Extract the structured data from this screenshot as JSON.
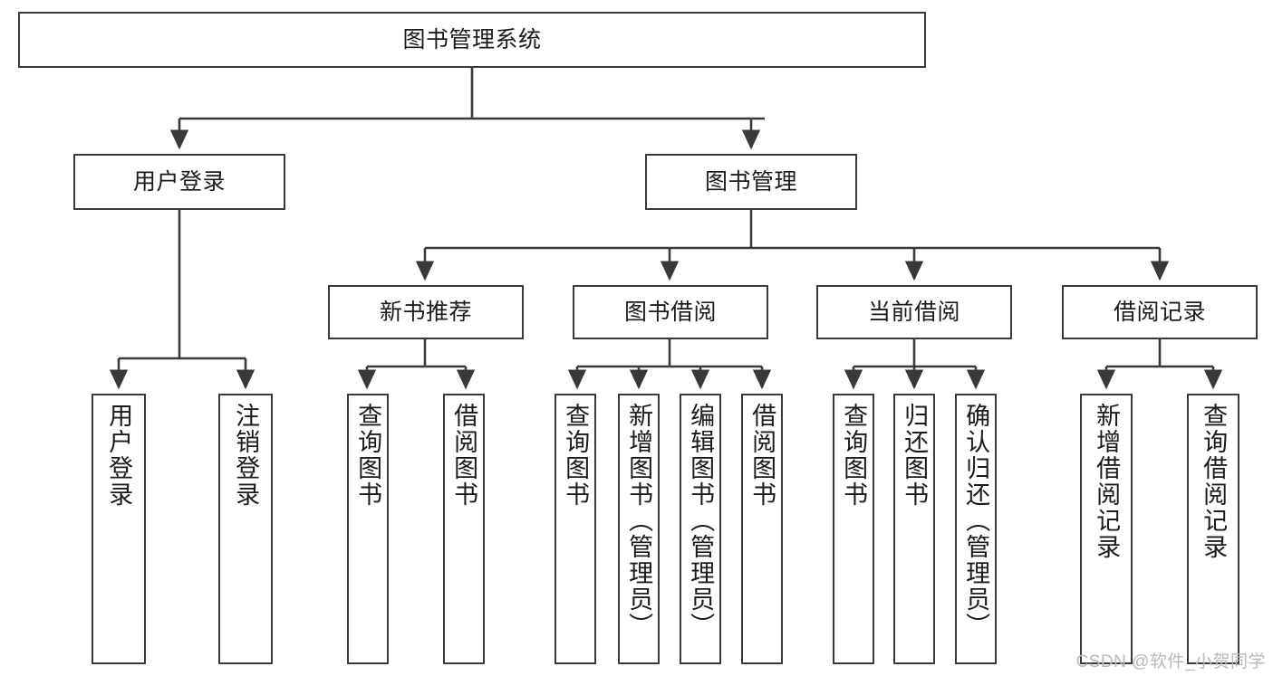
{
  "diagram": {
    "title": "图书管理系统",
    "type": "tree",
    "colors": {
      "box_border": "#3a3a3a",
      "box_fill": "#ffffff",
      "edge": "#3a3a3a",
      "text": "#1b1b1b",
      "watermark": "#b9b9b9",
      "background": "#ffffff"
    },
    "watermark": "CSDN @软件_小贺同学",
    "nodes": {
      "root": {
        "label": "图书管理系统"
      },
      "level2": [
        {
          "id": "user-login",
          "label": "用户登录"
        },
        {
          "id": "book-manage",
          "label": "图书管理"
        }
      ],
      "level3": [
        {
          "id": "new-book-rec",
          "label": "新书推荐"
        },
        {
          "id": "book-borrow",
          "label": "图书借阅"
        },
        {
          "id": "current-borrow",
          "label": "当前借阅"
        },
        {
          "id": "borrow-record",
          "label": "借阅记录"
        }
      ],
      "leaves": [
        {
          "id": "leaf-user-login",
          "label": "用户登录",
          "parent": "user-login"
        },
        {
          "id": "leaf-user-logout",
          "label": "注销登录",
          "parent": "user-login"
        },
        {
          "id": "leaf-query-book-1",
          "label": "查询图书",
          "parent": "new-book-rec"
        },
        {
          "id": "leaf-borrow-book-1",
          "label": "借阅图书",
          "parent": "new-book-rec"
        },
        {
          "id": "leaf-query-book-2",
          "label": "查询图书",
          "parent": "book-borrow"
        },
        {
          "id": "leaf-add-book",
          "label": "新增图书（管理员）",
          "parent": "book-borrow"
        },
        {
          "id": "leaf-edit-book",
          "label": "编辑图书（管理员）",
          "parent": "book-borrow"
        },
        {
          "id": "leaf-borrow-book-2",
          "label": "借阅图书",
          "parent": "book-borrow"
        },
        {
          "id": "leaf-query-book-3",
          "label": "查询图书",
          "parent": "current-borrow"
        },
        {
          "id": "leaf-return-book",
          "label": "归还图书",
          "parent": "current-borrow"
        },
        {
          "id": "leaf-confirm-return",
          "label": "确认归还（管理员）",
          "parent": "current-borrow"
        },
        {
          "id": "leaf-add-record",
          "label": "新增借阅记录",
          "parent": "borrow-record"
        },
        {
          "id": "leaf-query-record",
          "label": "查询借阅记录",
          "parent": "borrow-record"
        }
      ]
    }
  }
}
